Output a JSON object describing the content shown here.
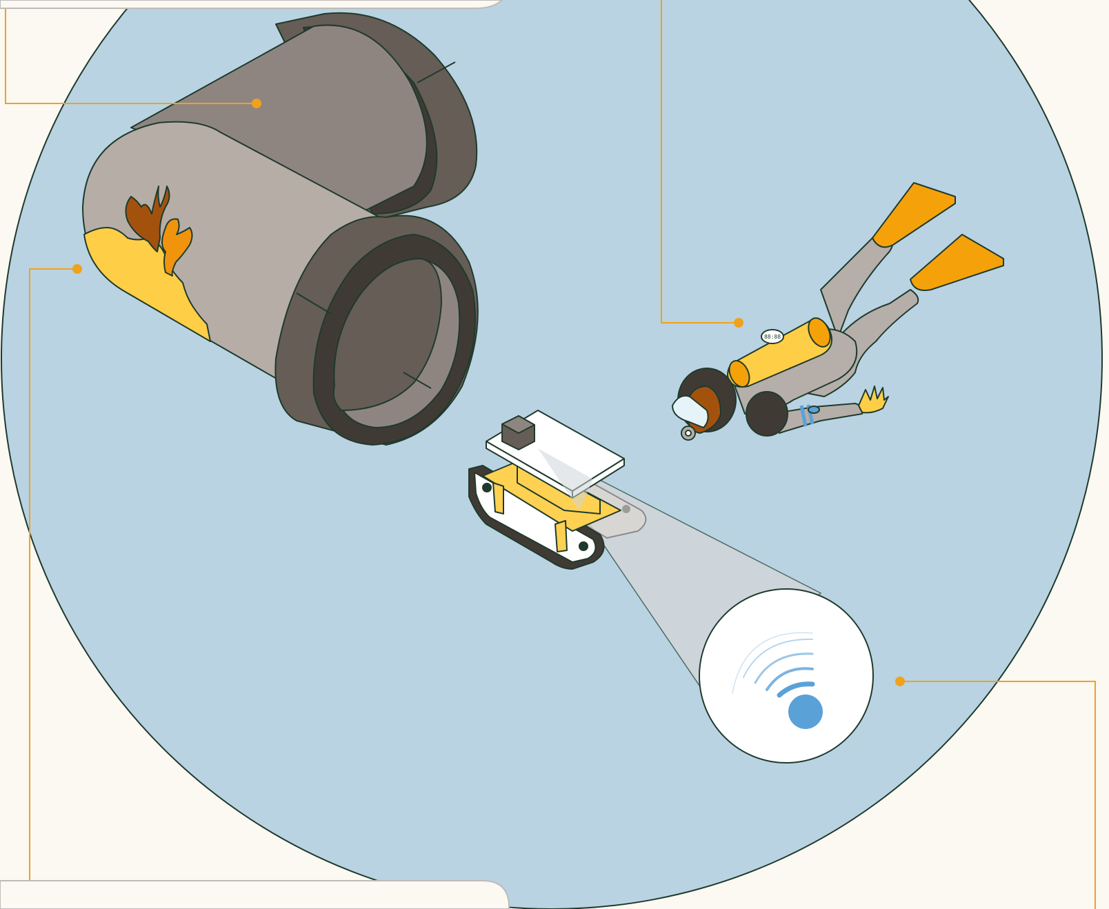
{
  "diagram": {
    "colors": {
      "page_background": "#fcf8f2",
      "water": "#b9d3e2",
      "outline": "#1e3a2c",
      "leader_line": "#f0a21c",
      "pipe_light": "#b6ada7",
      "pipe_mid": "#8f8580",
      "pipe_dark": "#665d57",
      "pipe_darkest": "#403a35",
      "sand": "#ffce47",
      "seaweed_dark": "#a3520e",
      "seaweed_light": "#f0940e",
      "robot_frame": "#ffd153",
      "robot_deck": "#ffffff",
      "fin": "#f5a20a",
      "wetsuit": "#b5aea9",
      "signal": "#5aa1d8"
    },
    "callouts": [
      {
        "target": "pipeline"
      },
      {
        "target": "sediment"
      },
      {
        "target": "diver"
      },
      {
        "target": "acoustic-signal-inset"
      }
    ],
    "objects": {
      "pipeline": "pipe",
      "robot": "tracked-robot",
      "diver": "scuba-diver",
      "gauge": "dive-gauge-icon",
      "signal": "acoustic-signal-icon"
    },
    "gauge_text": "88:88"
  }
}
